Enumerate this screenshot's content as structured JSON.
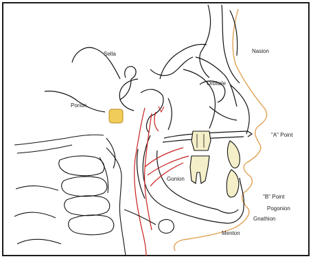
{
  "diagram": {
    "labels": {
      "sella": "Sella",
      "nasion": "Nasion",
      "porion": "Porion",
      "orbitale": "Orbitale",
      "a_point": "\"A\" Point",
      "gonion": "Gonion",
      "b_point": "\"B\" Point",
      "pogonion": "Pogonion",
      "gnathion": "Gnathion",
      "menton": "Menton"
    },
    "colors": {
      "bone_outline": "#111111",
      "soft_tissue": "#e0a050",
      "airway": "#c81e1e",
      "porion_fill": "#f0cc5a",
      "tooth_fill": "#f4efc8"
    }
  }
}
